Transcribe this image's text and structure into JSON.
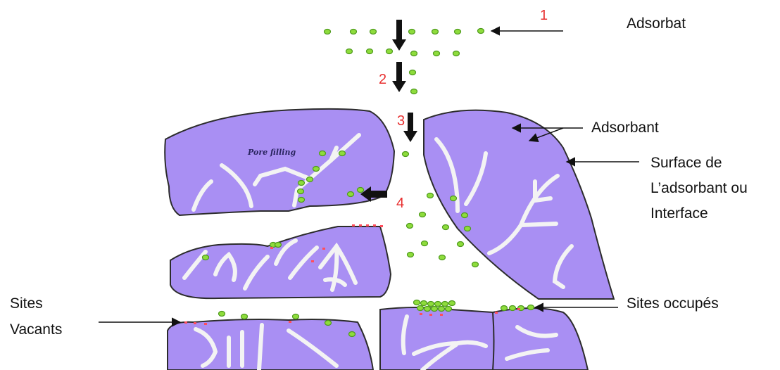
{
  "labels": {
    "adsorbat": "Adsorbat",
    "adsorbant": "Adsorbant",
    "surface_line1": "Surface de",
    "surface_line2": "L’adsorbant ou",
    "surface_line3": "Interface",
    "sites_occupes": "Sites occupés",
    "sites_vacants_line1": "Sites",
    "sites_vacants_line2": "Vacants",
    "pore_filling": "Pore filling"
  },
  "steps": [
    "1",
    "2",
    "3",
    "4"
  ],
  "colors": {
    "adsorbent_fill": "#a98ff3",
    "adsorbent_stroke": "#2c2c2c",
    "pore_channel": "#f3f3f3",
    "adsorbate_particle": "#8edc3c",
    "particle_edge": "#4e9a1c",
    "vacant_site": "#ff4d5c",
    "step_number": "#e83030",
    "arrow": "#111111"
  }
}
